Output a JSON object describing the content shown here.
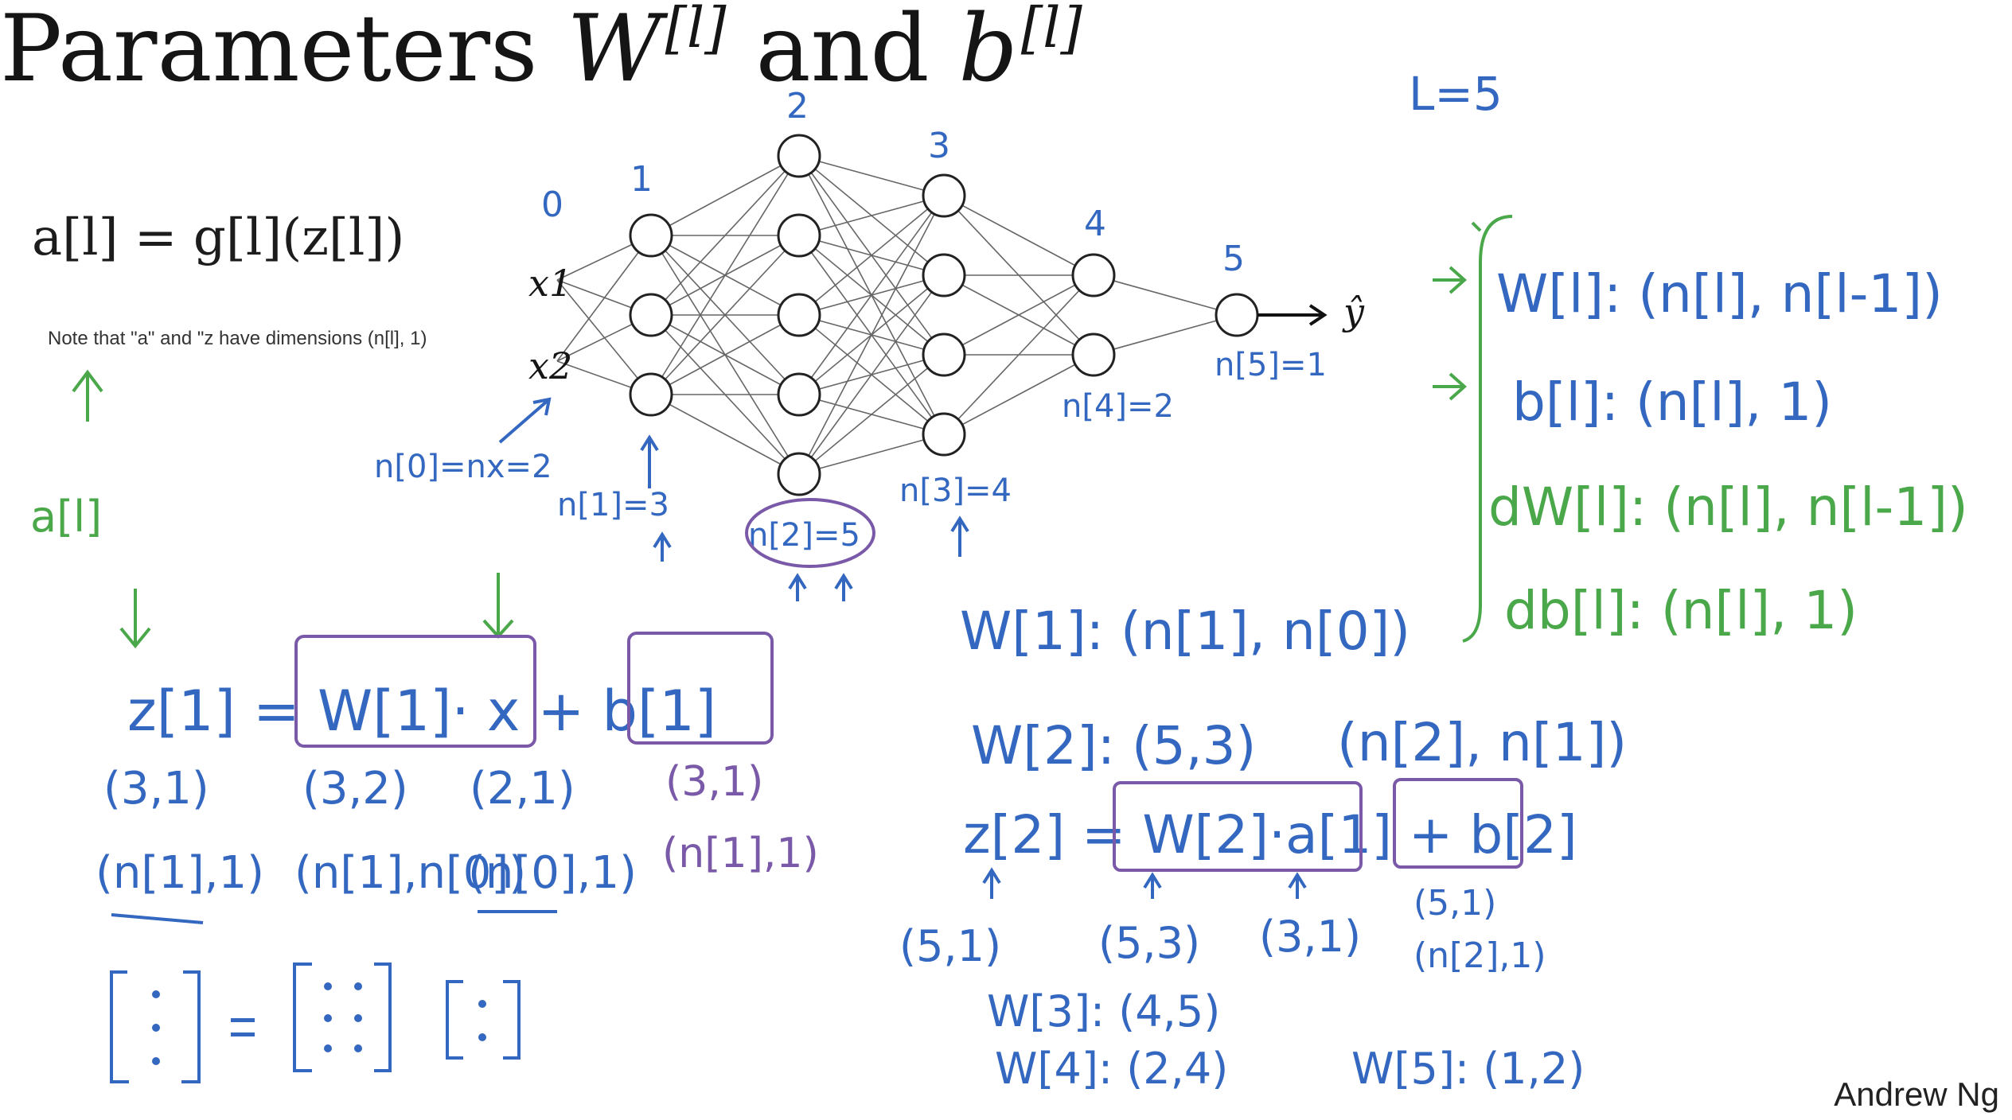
{
  "slide": {
    "title": {
      "prefix": "Parameters ",
      "w": "W",
      "w_sup": "[l]",
      "mid": " and ",
      "b": "b",
      "b_sup": "[l]"
    },
    "formula": "a[l] = g[l](z[l])",
    "note": "Note that \"a\" and \"z have dimensions (n[l], 1)",
    "author": "Andrew Ng"
  },
  "network": {
    "input_labels": [
      "x1",
      "x2"
    ],
    "layer_counts": [
      2,
      3,
      5,
      4,
      2,
      1
    ],
    "output_label": "ŷ",
    "layer_numbers": [
      "0",
      "1",
      "2",
      "3",
      "4",
      "5"
    ]
  },
  "annotations": {
    "L": "L=5",
    "n0": "n[0]=nx=2",
    "n1": "n[1]=3",
    "n2": "n[2]=5",
    "n3": "n[3]=4",
    "n4": "n[4]=2",
    "n5": "n[5]=1",
    "a_l": "a[l]",
    "summary": [
      "W[l]: (n[l], n[l-1])",
      "b[l]: (n[l], 1)",
      "dW[l]: (n[l], n[l-1])",
      "db[l]: (n[l], 1)"
    ],
    "left_eq": "z[1] = W[1]· x + b[1]",
    "left_dims1": [
      "(3,1)",
      "(3,2)",
      "(2,1)",
      "(3,1)"
    ],
    "left_dims2": [
      "(n[1],1)",
      "(n[1],n[0])",
      "(n[0],1)",
      "(n[1],1)"
    ],
    "right_w1": "W[1]: (n[1], n[0])",
    "right_w2": "W[2]: (5,3)",
    "right_w2_dims": "(n[2], n[1])",
    "right_eq": "z[2] = W[2]·a[1] + b[2]",
    "right_dims": [
      "(5,1)",
      "(5,3)",
      "(3,1)",
      "(5,1)"
    ],
    "right_b_dims2": "(n[2],1)",
    "w3": "W[3]: (4,5)",
    "w4": "W[4]: (2,4)",
    "w5": "W[5]: (1,2)"
  },
  "colors": {
    "blue": "#3468c0",
    "green": "#4aa84a",
    "purple": "#7a5aa8",
    "black": "#151515"
  }
}
